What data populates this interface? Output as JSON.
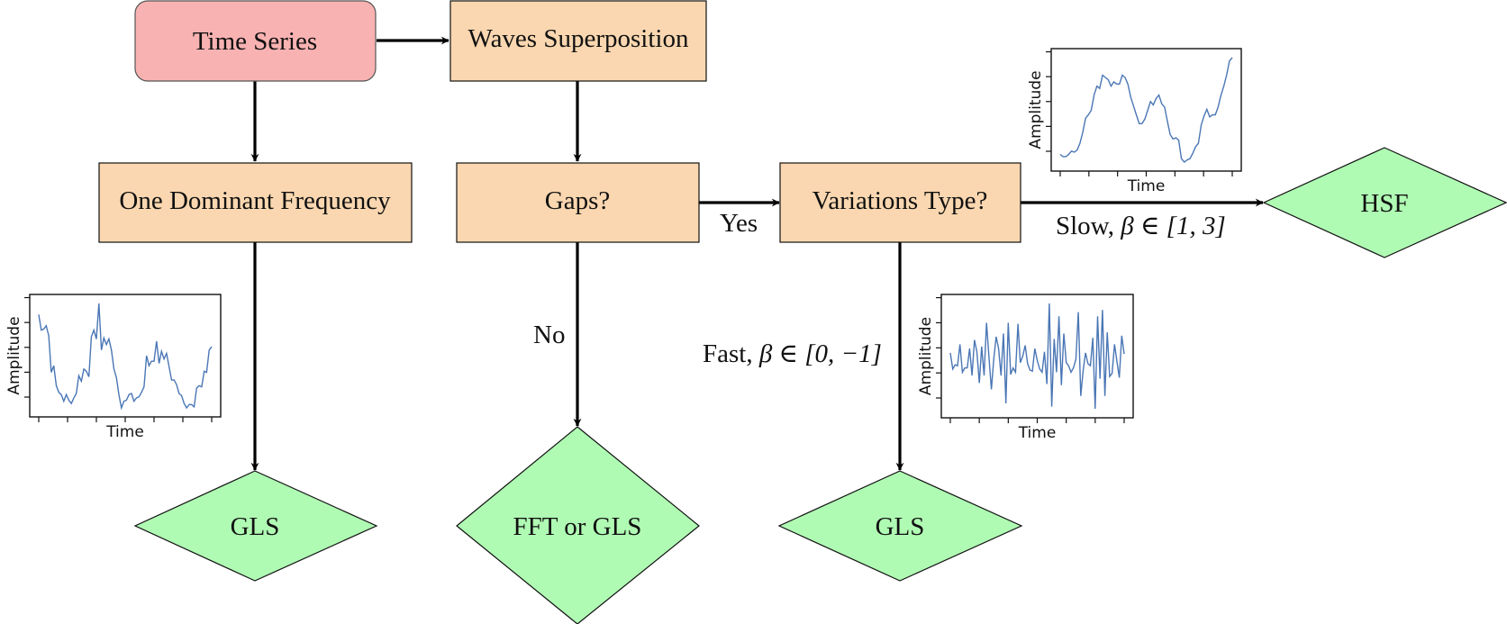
{
  "diagram": {
    "nodes": {
      "time_series": {
        "label": "Time Series",
        "shape": "rounded-rectangle",
        "fill": "#f9b2b2"
      },
      "waves_superposition": {
        "label": "Waves Superposition",
        "shape": "rectangle",
        "fill": "#fad7b0"
      },
      "one_dominant_frequency": {
        "label": "One Dominant Frequency",
        "shape": "rectangle",
        "fill": "#fad7b0"
      },
      "gaps": {
        "label": "Gaps?",
        "shape": "rectangle",
        "fill": "#fad7b0"
      },
      "variations_type": {
        "label": "Variations Type?",
        "shape": "rectangle",
        "fill": "#fad7b0"
      },
      "gls_left": {
        "label": "GLS",
        "shape": "diamond",
        "fill": "#b0fbb4"
      },
      "fft_or_gls": {
        "label": "FFT or GLS",
        "shape": "diamond",
        "fill": "#b0fbb4"
      },
      "gls_right": {
        "label": "GLS",
        "shape": "diamond",
        "fill": "#b0fbb4"
      },
      "hsf": {
        "label": "HSF",
        "shape": "diamond",
        "fill": "#b0fbb4"
      }
    },
    "edges": [
      {
        "from": "time_series",
        "to": "waves_superposition",
        "label": ""
      },
      {
        "from": "time_series",
        "to": "one_dominant_frequency",
        "label": ""
      },
      {
        "from": "waves_superposition",
        "to": "gaps",
        "label": ""
      },
      {
        "from": "one_dominant_frequency",
        "to": "gls_left",
        "label": ""
      },
      {
        "from": "gaps",
        "to": "variations_type",
        "label": "Yes"
      },
      {
        "from": "gaps",
        "to": "fft_or_gls",
        "label": "No"
      },
      {
        "from": "variations_type",
        "to": "hsf",
        "label": "Slow, β ∈ [1, 3]"
      },
      {
        "from": "variations_type",
        "to": "gls_right",
        "label": "Fast, β ∈ [0, −1]"
      }
    ],
    "edge_labels": {
      "yes": "Yes",
      "no": "No",
      "slow_prefix": "Slow, ",
      "slow_math": "β ∈ [1, 3]",
      "fast_prefix": "Fast, ",
      "fast_math": "β ∈ [0, −1]"
    },
    "colors": {
      "start_fill": "#f9b2b2",
      "process_fill": "#fad7b0",
      "terminal_fill": "#b0fbb4",
      "edge": "#000000",
      "plot_line": "#4a76b5"
    }
  },
  "inset_plots": {
    "periodic": {
      "xlabel": "Time",
      "ylabel": "Amplitude",
      "description": "one dominant frequency, roughly 2.5 cycles",
      "values": [
        0.82,
        0.68,
        0.69,
        0.72,
        0.63,
        0.3,
        0.36,
        0.18,
        0.12,
        0.1,
        0.04,
        0.1,
        0.05,
        0.02,
        0.07,
        0.11,
        0.27,
        0.22,
        0.33,
        0.31,
        0.26,
        0.62,
        0.68,
        0.6,
        0.92,
        0.5,
        0.61,
        0.55,
        0.6,
        0.5,
        0.33,
        0.25,
        0.1,
        -0.02,
        0.04,
        0.05,
        0.1,
        0.11,
        0.04,
        0.07,
        0.08,
        0.12,
        0.17,
        0.45,
        0.36,
        0.4,
        0.4,
        0.58,
        0.38,
        0.49,
        0.42,
        0.47,
        0.35,
        0.23,
        0.23,
        0.19,
        0.11,
        0.09,
        0.02,
        -0.02,
        0.01,
        0.01,
        -0.01,
        0.16,
        0.18,
        0.17,
        0.31,
        0.3,
        0.5,
        0.53
      ]
    },
    "slow": {
      "xlabel": "Time",
      "ylabel": "Amplitude",
      "description": "slow (red-noise) variations",
      "values": [
        0.12,
        0.1,
        0.1,
        0.12,
        0.15,
        0.14,
        0.16,
        0.22,
        0.32,
        0.45,
        0.48,
        0.52,
        0.66,
        0.74,
        0.72,
        0.84,
        0.82,
        0.8,
        0.74,
        0.78,
        0.76,
        0.76,
        0.84,
        0.82,
        0.76,
        0.64,
        0.56,
        0.48,
        0.4,
        0.4,
        0.44,
        0.52,
        0.6,
        0.57,
        0.63,
        0.66,
        0.58,
        0.55,
        0.42,
        0.3,
        0.26,
        0.27,
        0.25,
        0.08,
        0.05,
        0.07,
        0.08,
        0.13,
        0.19,
        0.22,
        0.39,
        0.47,
        0.53,
        0.46,
        0.48,
        0.48,
        0.55,
        0.66,
        0.74,
        0.84,
        0.97,
        1.0
      ]
    },
    "fast": {
      "xlabel": "Time",
      "ylabel": "Amplitude",
      "description": "fast (white-noise-like) variations",
      "values": [
        0.52,
        0.37,
        0.41,
        0.4,
        0.6,
        0.34,
        0.38,
        0.38,
        0.56,
        0.31,
        0.64,
        0.53,
        0.24,
        0.58,
        0.31,
        0.8,
        0.48,
        0.18,
        0.47,
        0.67,
        0.56,
        0.31,
        0.7,
        0.05,
        0.8,
        0.32,
        0.38,
        0.34,
        0.79,
        0.43,
        0.49,
        0.59,
        0.42,
        0.36,
        0.35,
        0.56,
        0.45,
        0.37,
        0.34,
        0.53,
        0.23,
        0.98,
        0.02,
        0.65,
        0.34,
        0.86,
        0.22,
        0.7,
        0.43,
        0.4,
        0.34,
        0.38,
        0.46,
        0.9,
        0.12,
        0.35,
        0.52,
        0.42,
        0.4,
        0.66,
        0.0,
        0.86,
        0.28,
        0.92,
        0.12,
        0.71,
        0.3,
        0.33,
        0.6,
        0.44,
        0.29,
        0.68,
        0.51
      ]
    }
  }
}
